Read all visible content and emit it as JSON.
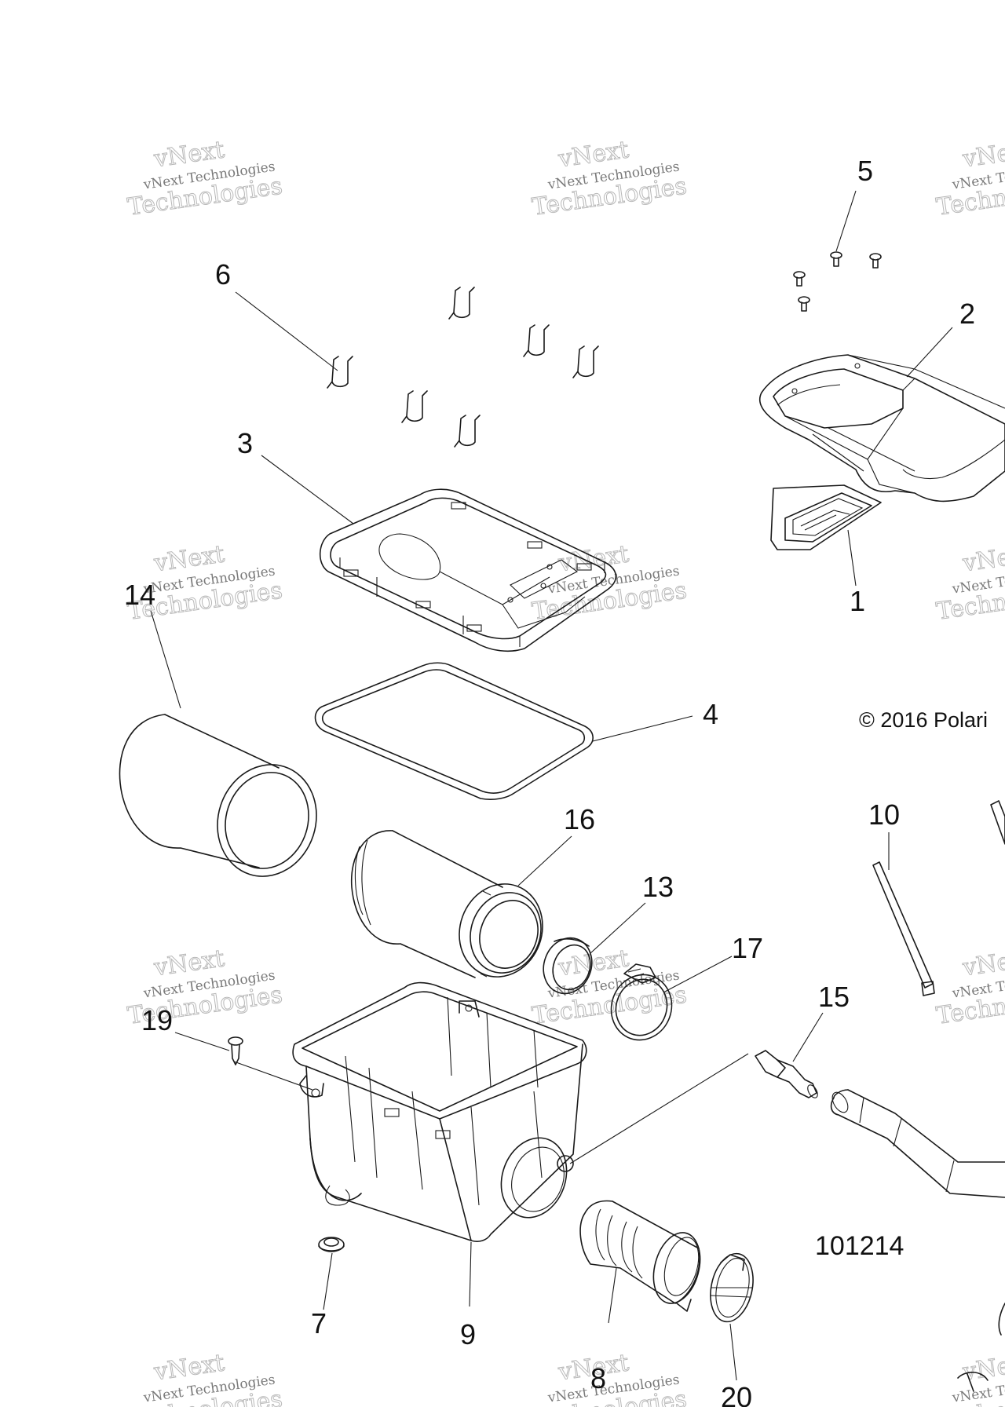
{
  "callouts": [
    {
      "id": "1",
      "label": "1"
    },
    {
      "id": "2",
      "label": "2"
    },
    {
      "id": "3",
      "label": "3"
    },
    {
      "id": "4",
      "label": "4"
    },
    {
      "id": "5",
      "label": "5"
    },
    {
      "id": "6",
      "label": "6"
    },
    {
      "id": "7",
      "label": "7"
    },
    {
      "id": "8",
      "label": "8"
    },
    {
      "id": "9",
      "label": "9"
    },
    {
      "id": "10",
      "label": "10"
    },
    {
      "id": "13",
      "label": "13"
    },
    {
      "id": "14",
      "label": "14"
    },
    {
      "id": "15",
      "label": "15"
    },
    {
      "id": "16",
      "label": "16"
    },
    {
      "id": "17",
      "label": "17"
    },
    {
      "id": "19",
      "label": "19"
    },
    {
      "id": "20",
      "label": "20"
    }
  ],
  "watermark": {
    "line1": "vNext Technologies",
    "line2": "vNext",
    "line3": "Technologies"
  },
  "copyright": "© 2016 Polari",
  "figure_number": "101214"
}
